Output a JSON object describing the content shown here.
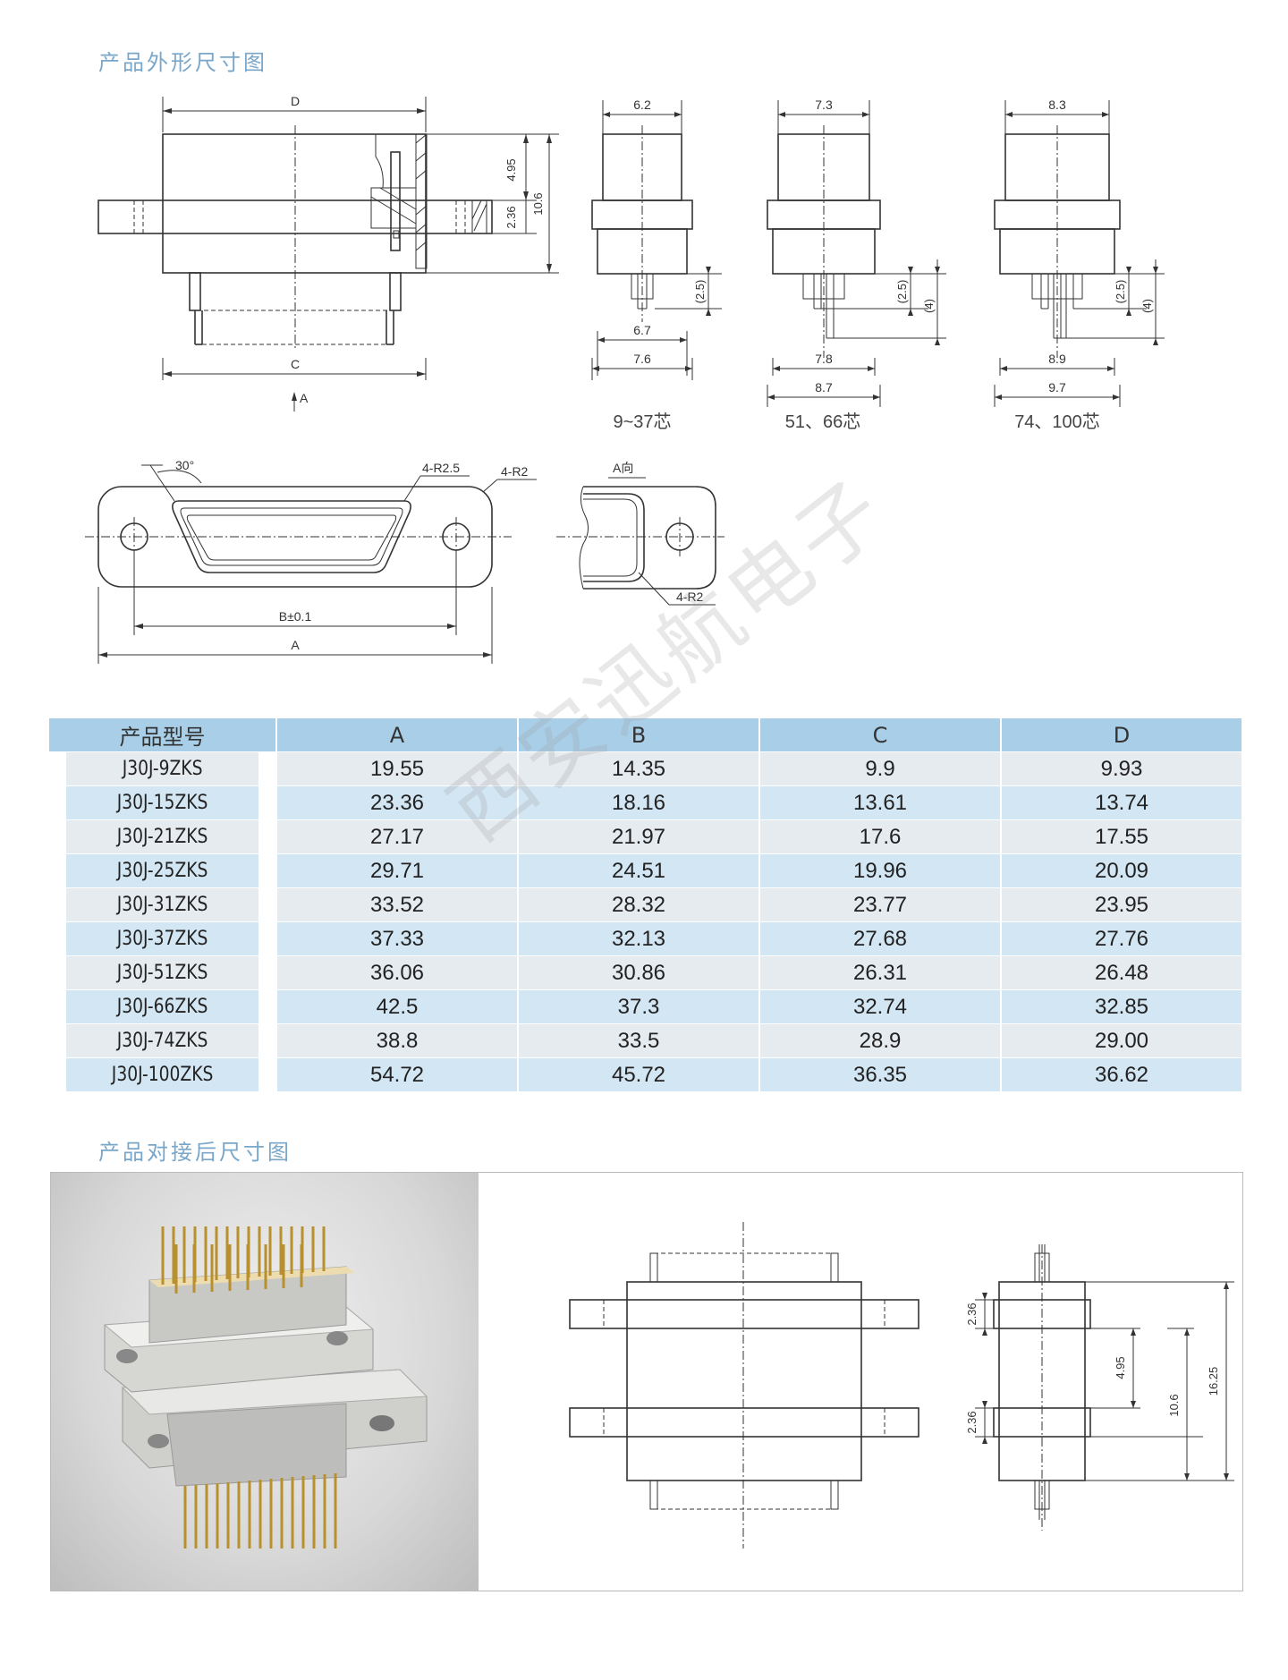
{
  "section1_title": "产品外形尺寸图",
  "section2_title": "产品对接后尺寸图",
  "watermark": "西安迅航电子",
  "drawing1": {
    "dim_D": "D",
    "dim_C": "C",
    "dim_495": "4.95",
    "dim_236": "2.36",
    "dim_106": "10.6",
    "view_A": "A"
  },
  "side_views": [
    {
      "top": "6.2",
      "inner": "6.7",
      "outer": "7.6",
      "pin": "(2.5)",
      "caption": "9~37芯"
    },
    {
      "top": "7.3",
      "inner": "7.8",
      "outer": "8.7",
      "pin": "(2.5)",
      "pin2": "(4)",
      "caption": "51、66芯"
    },
    {
      "top": "8.3",
      "inner": "8.9",
      "outer": "9.7",
      "pin": "(2.5)",
      "pin2": "(4)",
      "caption": "74、100芯"
    }
  ],
  "front_view": {
    "angle": "30°",
    "r25": "4-R2.5",
    "r2": "4-R2",
    "dim_B": "B±0.1",
    "dim_A": "A"
  },
  "a_view": {
    "label": "A向",
    "r2": "4-R2"
  },
  "table": {
    "headers": [
      "产品型号",
      "A",
      "B",
      "C",
      "D"
    ],
    "rows": [
      [
        "J30J-9ZKS",
        "19.55",
        "14.35",
        "9.9",
        "9.93"
      ],
      [
        "J30J-15ZKS",
        "23.36",
        "18.16",
        "13.61",
        "13.74"
      ],
      [
        "J30J-21ZKS",
        "27.17",
        "21.97",
        "17.6",
        "17.55"
      ],
      [
        "J30J-25ZKS",
        "29.71",
        "24.51",
        "19.96",
        "20.09"
      ],
      [
        "J30J-31ZKS",
        "33.52",
        "28.32",
        "23.77",
        "23.95"
      ],
      [
        "J30J-37ZKS",
        "37.33",
        "32.13",
        "27.68",
        "27.76"
      ],
      [
        "J30J-51ZKS",
        "36.06",
        "30.86",
        "26.31",
        "26.48"
      ],
      [
        "J30J-66ZKS",
        "42.5",
        "37.3",
        "32.74",
        "32.85"
      ],
      [
        "J30J-74ZKS",
        "38.8",
        "33.5",
        "28.9",
        "29.00"
      ],
      [
        "J30J-100ZKS",
        "54.72",
        "45.72",
        "36.35",
        "36.62"
      ]
    ]
  },
  "mated_dims": {
    "d236a": "2.36",
    "d236b": "2.36",
    "d495": "4.95",
    "d106": "10.6",
    "d1625": "16.25"
  }
}
